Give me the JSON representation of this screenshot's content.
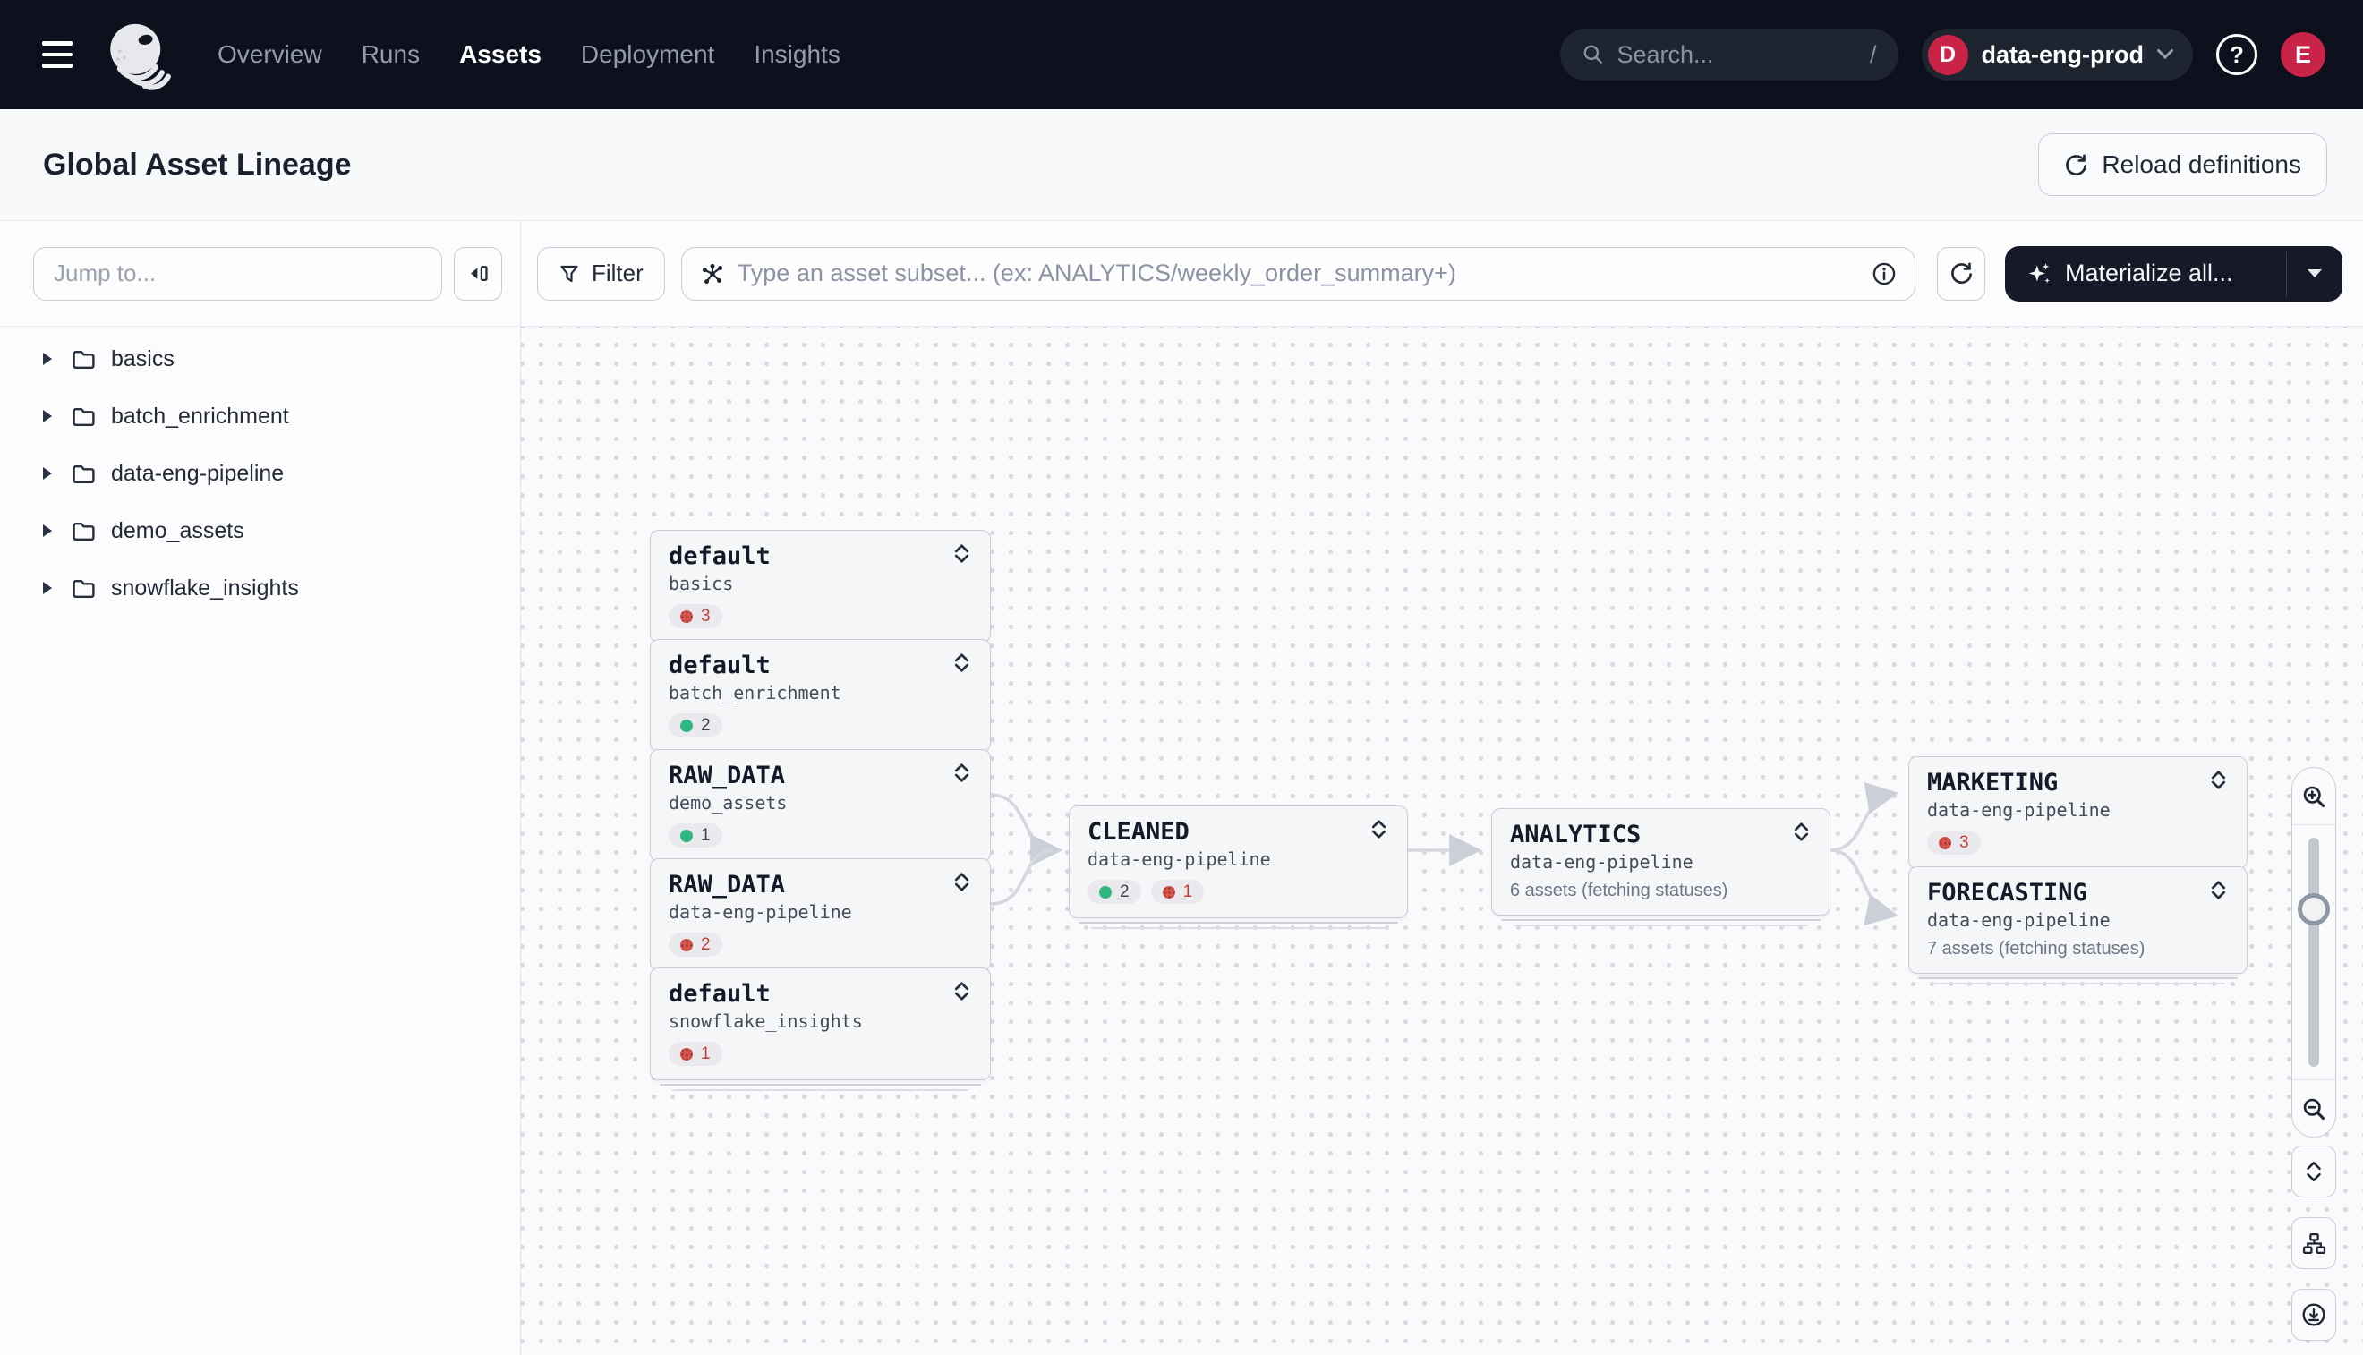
{
  "nav": {
    "items": [
      {
        "label": "Overview"
      },
      {
        "label": "Runs"
      },
      {
        "label": "Assets"
      },
      {
        "label": "Deployment"
      },
      {
        "label": "Insights"
      }
    ],
    "active_item": "Assets",
    "search": {
      "placeholder": "Search...",
      "shortcut": "/"
    },
    "deployment": {
      "initial": "D",
      "name": "data-eng-prod"
    },
    "user_initial": "E"
  },
  "header": {
    "title": "Global Asset Lineage",
    "reload_label": "Reload definitions"
  },
  "sidebar": {
    "jump_placeholder": "Jump to...",
    "folders": [
      "basics",
      "batch_enrichment",
      "data-eng-pipeline",
      "demo_assets",
      "snowflake_insights"
    ]
  },
  "toolbar": {
    "filter_label": "Filter",
    "subset_placeholder": "Type an asset subset... (ex: ANALYTICS/weekly_order_summary+)",
    "materialize_label": "Materialize all..."
  },
  "graph": {
    "nodes": [
      {
        "title": "default",
        "subtitle": "basics",
        "badges": [
          {
            "color": "red",
            "count": "3"
          }
        ]
      },
      {
        "title": "default",
        "subtitle": "batch_enrichment",
        "badges": [
          {
            "color": "green",
            "count": "2"
          }
        ]
      },
      {
        "title": "RAW_DATA",
        "subtitle": "demo_assets",
        "badges": [
          {
            "color": "green",
            "count": "1"
          }
        ]
      },
      {
        "title": "RAW_DATA",
        "subtitle": "data-eng-pipeline",
        "badges": [
          {
            "color": "red",
            "count": "2"
          }
        ]
      },
      {
        "title": "default",
        "subtitle": "snowflake_insights",
        "badges": [
          {
            "color": "red",
            "count": "1"
          }
        ]
      },
      {
        "title": "CLEANED",
        "subtitle": "data-eng-pipeline",
        "badges": [
          {
            "color": "green",
            "count": "2"
          },
          {
            "color": "red",
            "count": "1"
          }
        ]
      },
      {
        "title": "ANALYTICS",
        "subtitle": "data-eng-pipeline",
        "meta": "6 assets (fetching statuses)"
      },
      {
        "title": "MARKETING",
        "subtitle": "data-eng-pipeline",
        "badges": [
          {
            "color": "red",
            "count": "3"
          }
        ]
      },
      {
        "title": "FORECASTING",
        "subtitle": "data-eng-pipeline",
        "meta": "7 assets (fetching statuses)"
      }
    ]
  },
  "icons": [
    "menu-icon",
    "dagster-logo",
    "search-icon",
    "chevron-down-icon",
    "help-icon",
    "refresh-icon",
    "collapse-panel-icon",
    "folder-icon",
    "caret-right-icon",
    "filter-funnel-icon",
    "asset-graph-icon",
    "info-icon",
    "sparkle-icon",
    "expand-node-icon",
    "zoom-in-icon",
    "zoom-out-icon",
    "expand-collapse-all-icon",
    "relayout-icon",
    "download-icon"
  ],
  "colors": {
    "nav_bg": "#0D101D",
    "accent_red": "#C92348",
    "success_green": "#2EB77E",
    "error_red": "#D5544B",
    "error_text": "#BE4238",
    "edge_gray": "#D4D7DE"
  }
}
